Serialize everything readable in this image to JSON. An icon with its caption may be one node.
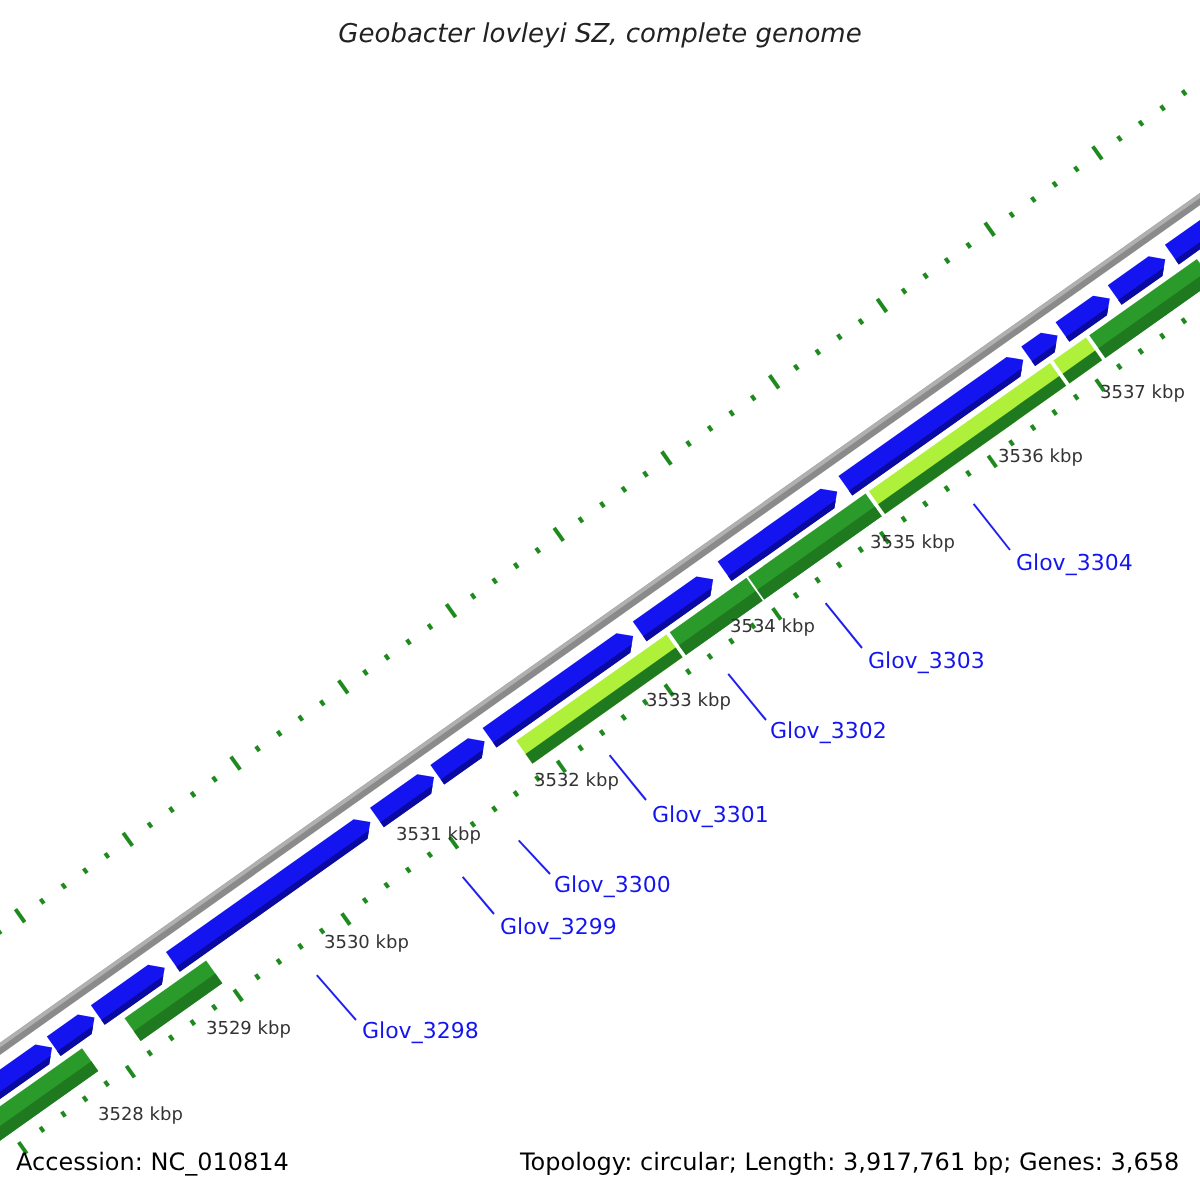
{
  "diagram": {
    "title": "Geobacter lovleyi SZ, complete genome",
    "nodes": [
      {
        "text": [
          "Glov_3298"
        ]
      },
      {
        "text": [
          "Glov_3299"
        ]
      },
      {
        "text": [
          "Glov_3300"
        ]
      },
      {
        "text": [
          "Glov_3301"
        ]
      },
      {
        "text": [
          "Glov_3302"
        ]
      },
      {
        "text": [
          "Glov_3303"
        ]
      },
      {
        "text": [
          "Glov_3304"
        ]
      }
    ],
    "edges": [
      {
        "from": 0,
        "to": null,
        "arrow": "none"
      },
      {
        "from": 1,
        "to": null,
        "arrow": "none"
      },
      {
        "from": 2,
        "to": null,
        "arrow": "none"
      },
      {
        "from": 3,
        "to": null,
        "arrow": "none"
      },
      {
        "from": 4,
        "to": null,
        "arrow": "none"
      },
      {
        "from": 5,
        "to": null,
        "arrow": "none"
      },
      {
        "from": 6,
        "to": null,
        "arrow": "none"
      }
    ],
    "labels": [
      "3528 kbp",
      "3529 kbp",
      "3530 kbp",
      "3531 kbp",
      "3532 kbp",
      "3533 kbp",
      "3534 kbp",
      "3535 kbp",
      "3536 kbp",
      "3537 kbp",
      "Accession: NC_010814",
      "Topology: circular; Length: 3,917,761 bp; Genes: 3,658"
    ]
  }
}
